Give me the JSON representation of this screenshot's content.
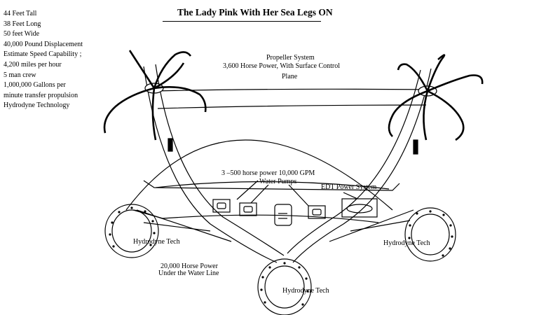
{
  "title": "The Lady Pink With Her Sea Legs ON",
  "specs": [
    "44 Feet Tall",
    "38 Feet Long",
    "50 feet Wide",
    "40,000 Pound Displacement",
    "Estimate Speed Capability ;",
    "4,200 miles per hour",
    "5 man crew",
    "1,000,000 Gallons per",
    "minute transfer propulsion",
    "Hydrodyne Technology"
  ],
  "labels": {
    "propeller_line1": "Propeller System",
    "propeller_line2": "3,600 Horse Power, With Surface Control",
    "propeller_line3": "Plane",
    "pumps_line1": "3 –500 horse power 10,000 GPM",
    "pumps_line2": "Water Pumps",
    "edt": "EDT Power System",
    "hydro_left": "Hydrodyne Tech",
    "hydro_right": "Hydrodyne Tech",
    "hydro_bottom": "Hydrodyne Tech",
    "power_line1": "20,000 Horse Power",
    "power_line2": "Under the Water Line"
  }
}
